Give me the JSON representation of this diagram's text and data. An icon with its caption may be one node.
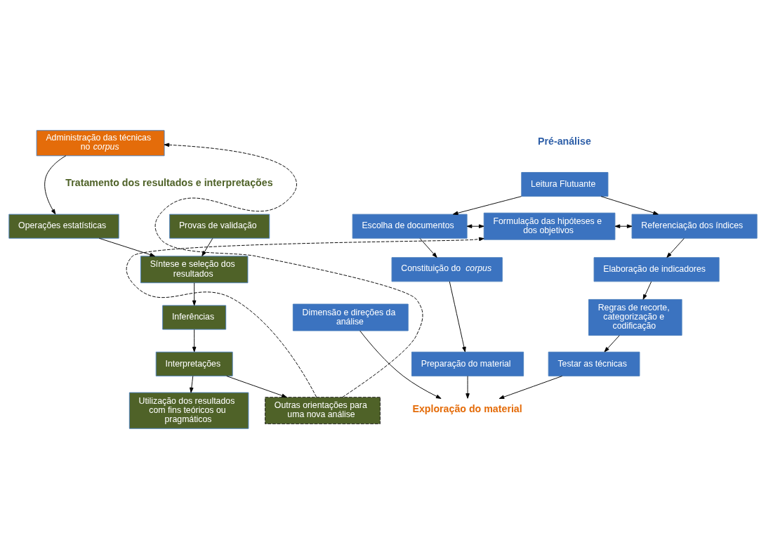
{
  "diagram": {
    "nodes": [
      {
        "text": [
          "Leitura Flutuante"
        ]
      },
      {
        "text": [
          "Escolha de documentos"
        ]
      },
      {
        "text": [
          "Formulação das hipóteses e dos objetivos"
        ]
      },
      {
        "text": [
          "Referenciação dos índices"
        ]
      },
      {
        "text": [
          "Constituição do *corpus*"
        ]
      },
      {
        "text": [
          "Elaboração de indicadores"
        ]
      },
      {
        "text": [
          "Dimensão e direções da análise"
        ]
      },
      {
        "text": [
          "Regras de recorte, categorização e codificação"
        ]
      },
      {
        "text": [
          "Preparação do material"
        ]
      },
      {
        "text": [
          "Testar as técnicas"
        ]
      },
      {
        "text": [
          "Exploração do material"
        ]
      },
      {
        "text": [
          "Administração das técnicas no *corpus*"
        ]
      },
      {
        "text": [
          "Operações estatísticas"
        ]
      },
      {
        "text": [
          "Provas de validação"
        ]
      },
      {
        "text": [
          "Síntese e seleção dos resultados"
        ]
      },
      {
        "text": [
          "Inferências"
        ]
      },
      {
        "text": [
          "Interpretações"
        ]
      },
      {
        "text": [
          "Outras orientações para uma nova análise"
        ]
      },
      {
        "text": [
          "Utilização dos resultados com fins teóricos ou pragmáticos"
        ]
      }
    ],
    "edges": [
      {
        "from": 0,
        "to": 1,
        "arrow": "to"
      },
      {
        "from": 0,
        "to": 3,
        "arrow": "to"
      },
      {
        "from": 1,
        "to": 2,
        "arrow": "both"
      },
      {
        "from": 2,
        "to": 3,
        "arrow": "both"
      },
      {
        "from": 1,
        "to": 4,
        "arrow": "to"
      },
      {
        "from": 3,
        "to": 5,
        "arrow": "to"
      },
      {
        "from": 4,
        "to": 8,
        "arrow": "to"
      },
      {
        "from": 5,
        "to": 7,
        "arrow": "to"
      },
      {
        "from": 7,
        "to": 9,
        "arrow": "to"
      },
      {
        "from": 8,
        "to": 10,
        "arrow": "to"
      },
      {
        "from": 6,
        "to": 10,
        "arrow": "to"
      },
      {
        "from": 9,
        "to": 10,
        "arrow": "to"
      },
      {
        "from": 11,
        "to": 12,
        "arrow": "to"
      },
      {
        "from": 12,
        "to": 14,
        "arrow": "to"
      },
      {
        "from": 13,
        "to": 14,
        "arrow": "to"
      },
      {
        "from": 14,
        "to": 15,
        "arrow": "to"
      },
      {
        "from": 15,
        "to": 16,
        "arrow": "to"
      },
      {
        "from": 16,
        "to": 17,
        "arrow": "to"
      },
      {
        "from": 16,
        "to": 18,
        "arrow": "to"
      },
      {
        "from": 17,
        "to": 11,
        "arrow": "to",
        "style": "dashed"
      },
      {
        "from": 17,
        "to": 2,
        "arrow": "to",
        "style": "dashed"
      }
    ],
    "labels": [
      "Pré-análise",
      "Tratamento dos resultados e interpretações"
    ]
  }
}
